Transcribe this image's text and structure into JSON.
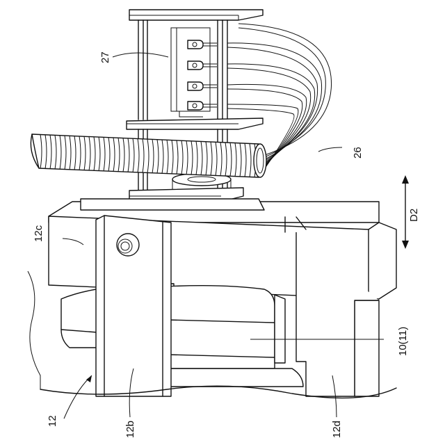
{
  "labels": {
    "connector_block": "27",
    "cable_bundle": "26",
    "direction": "D2",
    "top_plate": "12c",
    "coil": "10(11)",
    "assembly": "12",
    "front_plate": "12b",
    "side_plate": "12d"
  }
}
